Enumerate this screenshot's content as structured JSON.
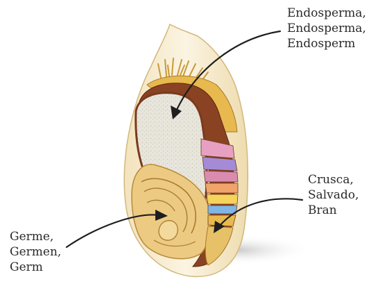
{
  "labels": {
    "endosperm": [
      "Endosperma,",
      "Endosperma,",
      "Endosperm"
    ],
    "bran": [
      "Crusca,",
      "Salvado,",
      "Bran"
    ],
    "germ": [
      "Germe,",
      "Germen,",
      "Germ"
    ]
  },
  "colors": {
    "hull": "#f6ecd2",
    "hull_edge": "#d9c08a",
    "endosperm": "#e6e4da",
    "germ": "#e8c77c",
    "germ_dark": "#b8893a",
    "bran_brown": "#7a3a1e",
    "bran_layers": [
      "#d98bb0",
      "#a58ad6",
      "#e7a0c2",
      "#f0a36b",
      "#f5d35c",
      "#7fb6e6"
    ],
    "brush": "#c79a3a",
    "arrow": "#1e1e1e"
  }
}
